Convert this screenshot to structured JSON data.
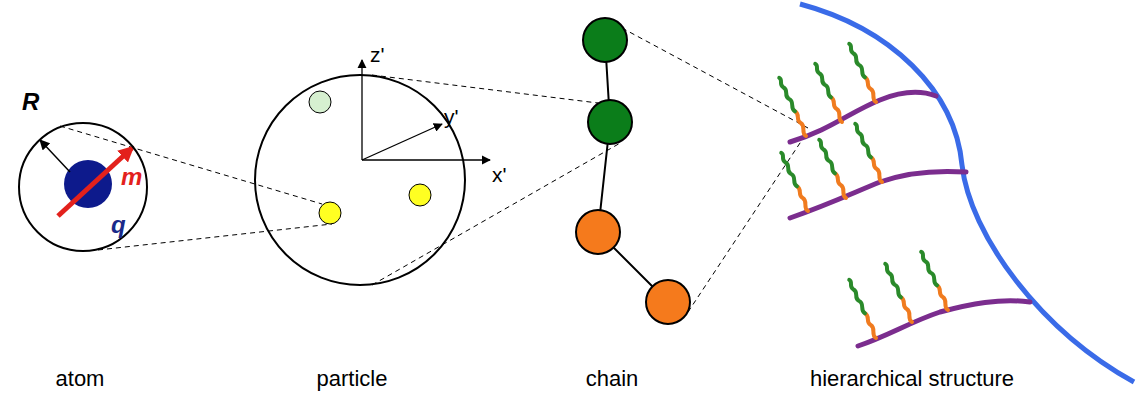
{
  "diagram": {
    "nodes": [
      {
        "text": [
          "R",
          "m",
          "q"
        ]
      },
      {
        "text": [
          "z'",
          "y'",
          "x'"
        ]
      }
    ],
    "labels": [
      "atom",
      "particle",
      "chain",
      "hierarchical structure"
    ]
  }
}
